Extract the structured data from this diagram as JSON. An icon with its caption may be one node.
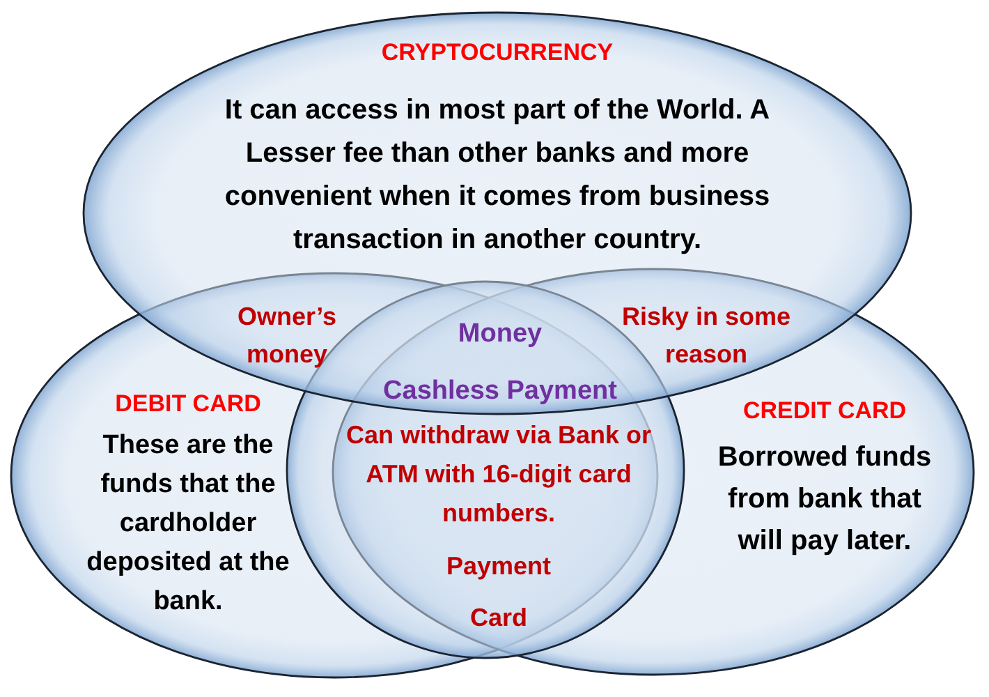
{
  "diagram": {
    "nodes": [
      {
        "text": [
          "CRYPTOCURRENCY",
          "It can access in most part of the World. A Lesser fee than other banks and more convenient when it comes from business transaction in another country."
        ]
      },
      {
        "text": [
          "DEBIT CARD",
          "These are the funds that the cardholder deposited at the bank."
        ]
      },
      {
        "text": [
          "CREDIT CARD",
          "Borrowed funds from bank that will pay later."
        ]
      },
      {
        "text": [
          "Can withdraw via Bank or ATM with 16-digit card numbers.",
          "Payment Card"
        ]
      }
    ],
    "labels": [
      "Owner’s money",
      "Money",
      "Risky in some reason",
      "Cashless Payment"
    ]
  }
}
